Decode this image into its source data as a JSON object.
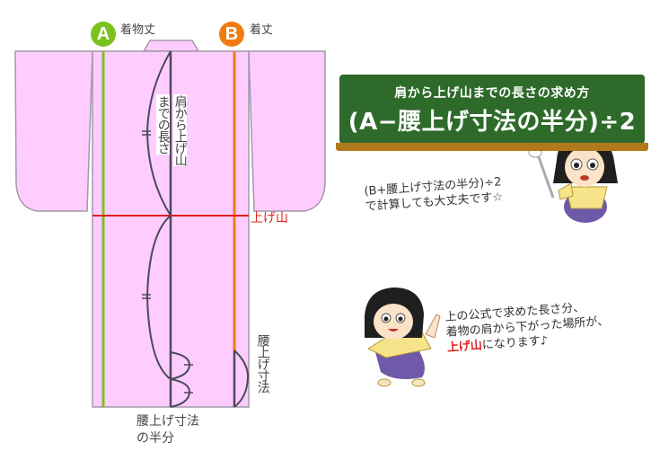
{
  "markers": {
    "a": {
      "letter": "A",
      "label": "着物丈",
      "color": "#7cc21e"
    },
    "b": {
      "letter": "B",
      "label": "着丈",
      "color": "#f07c10"
    }
  },
  "kimono": {
    "fill": "#ffccff",
    "outline": "#a09aa8",
    "age_yama_line_color": "#e0201c",
    "measure_line_color": "#4a4a5a",
    "labels": {
      "shoulder_to_ageyama_col1": "肩から上げ山",
      "shoulder_to_ageyama_col2": "までの長さ",
      "age_yama": "上げ山",
      "koshiage": "腰上げ寸法",
      "koshiage_half_line1": "腰上げ寸法",
      "koshiage_half_line2": "の半分",
      "equal_mark_double": "=",
      "tick_single": "+"
    }
  },
  "blackboard": {
    "title": "肩から上げ山までの長さの求め方",
    "formula": "(A−腰上げ寸法の半分)÷2",
    "board_color": "#2e6b2a",
    "ledge_color": "#b07a1c"
  },
  "notes": {
    "alt_formula_line1": "(B+腰上げ寸法の半分)÷2",
    "alt_formula_line2": "で計算しても大丈夫です☆",
    "explain_line1": "上の公式で求めた長さ分、",
    "explain_line2": "着物の肩から下がった場所が、",
    "explain_line3_red": "上げ山",
    "explain_line3_rest": "になります♪"
  },
  "characters": [
    {
      "name": "teacher-character",
      "pose": "pointer-stick, seated",
      "kimono_color": "#f7e38a",
      "hakama_color": "#6e5aa8"
    },
    {
      "name": "student-character",
      "pose": "pointing finger, walking",
      "kimono_color": "#f7e38a",
      "hakama_color": "#6e5aa8"
    }
  ]
}
